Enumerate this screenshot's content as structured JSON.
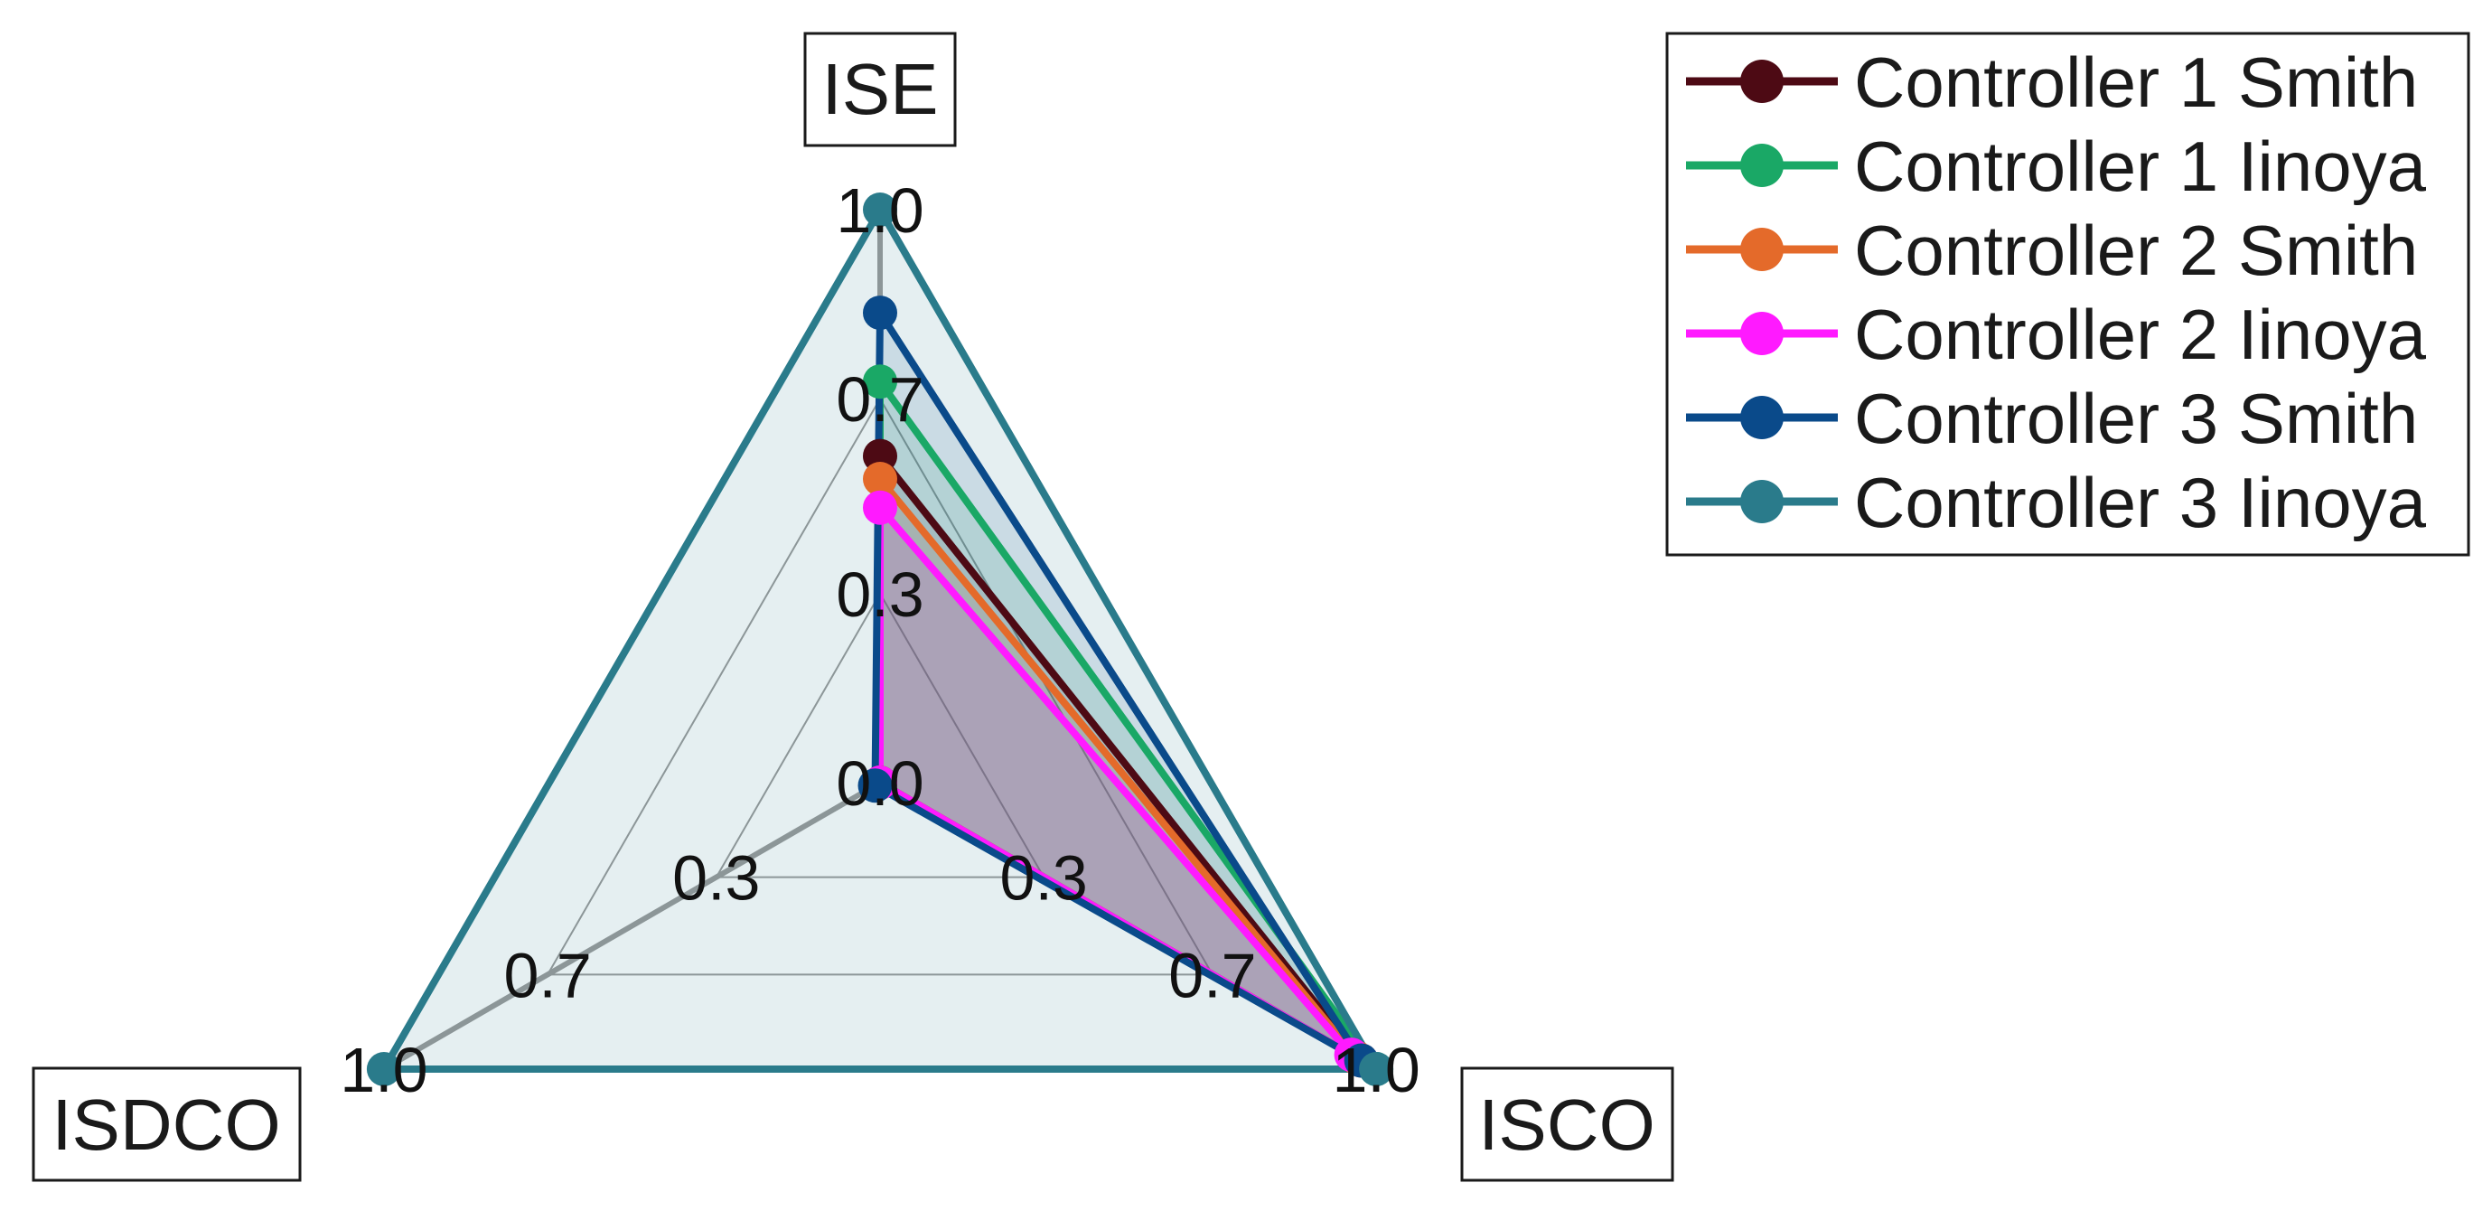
{
  "chart_data": {
    "type": "radar",
    "axes": [
      "ISE",
      "ISCO",
      "ISDCO"
    ],
    "ticks": [
      "0.0",
      "0.3",
      "0.7",
      "1.0"
    ],
    "tick_values": [
      0.0,
      0.33,
      0.67,
      1.0
    ],
    "range": [
      0,
      1
    ],
    "grid": true,
    "legend": "top-right",
    "series": [
      {
        "name": "Controller 1 Smith",
        "values": [
          0.57,
          0.97,
          0.0
        ],
        "color": "#4d0a14"
      },
      {
        "name": "Controller 1 Iinoya",
        "values": [
          0.7,
          1.0,
          0.0
        ],
        "color": "#1aa866"
      },
      {
        "name": "Controller 2 Smith",
        "values": [
          0.53,
          0.96,
          0.0
        ],
        "color": "#e46a2a"
      },
      {
        "name": "Controller 2 Iinoya",
        "values": [
          0.48,
          0.95,
          0.0
        ],
        "color": "#ff1aff"
      },
      {
        "name": "Controller 3 Smith",
        "values": [
          0.82,
          0.97,
          0.01
        ],
        "color": "#0a4a8a"
      },
      {
        "name": "Controller 3 Iinoya",
        "values": [
          1.0,
          1.0,
          1.0
        ],
        "color": "#2a7b8b"
      }
    ]
  }
}
